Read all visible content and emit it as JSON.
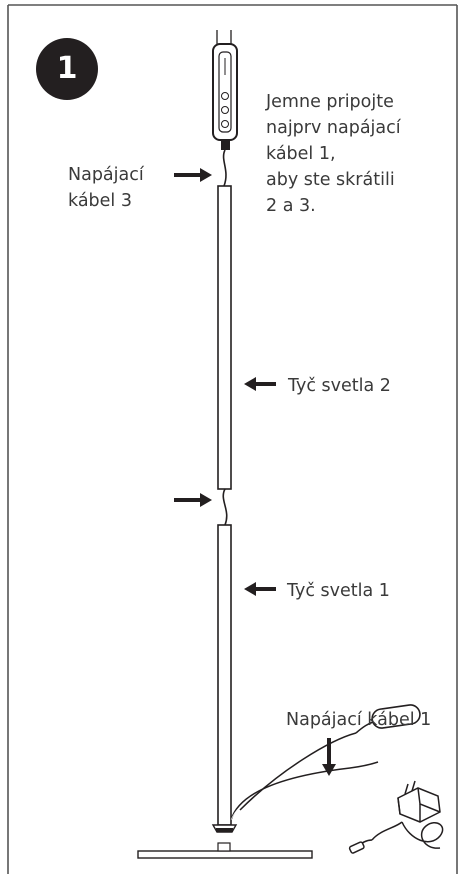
{
  "step_number": "1",
  "instruction": [
    "Jemne pripojte",
    "najprv napájací",
    "kábel 1,",
    "aby ste skrátili",
    "2 a 3."
  ],
  "labels": {
    "cable3": [
      "Napájací",
      "kábel 3"
    ],
    "rod2": "Tyč svetla 2",
    "rod1": "Tyč svetla 1",
    "cable1": "Napájací kábel 1"
  },
  "colors": {
    "badge": "#231f20",
    "line": "#231f20",
    "text": "#3a3a3a",
    "border": "#555555"
  }
}
